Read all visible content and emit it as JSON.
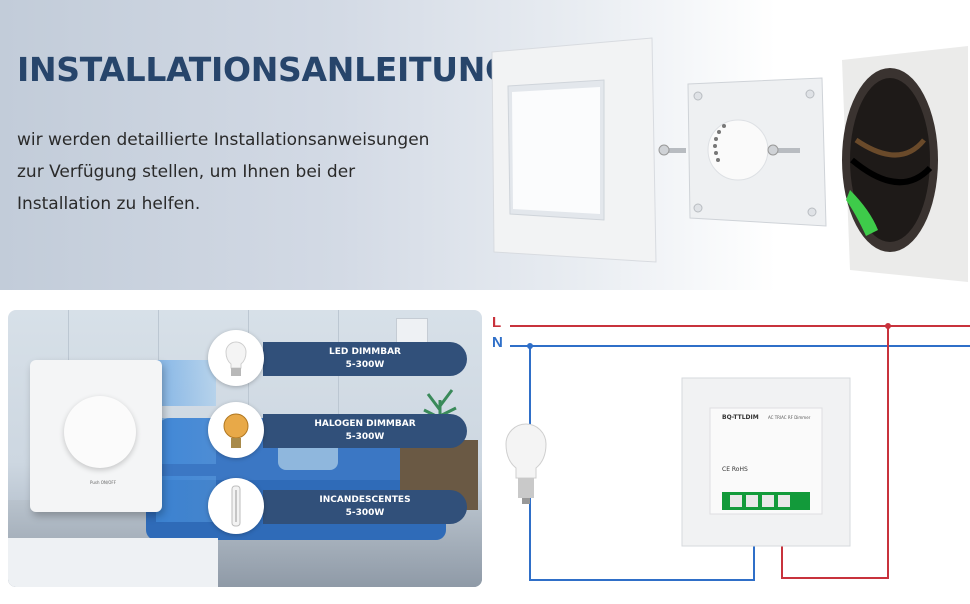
{
  "header": {
    "title": "INSTALLATIONSANLEITUNG",
    "description_lines": [
      "wir werden detaillierte Installationsanweisungen",
      "zur Verfügung stellen, um Ihnen bei der",
      "Installation zu helfen."
    ]
  },
  "dimmer": {
    "plate_label": "Push ON/OFF"
  },
  "lamp_types": [
    {
      "name": "LED DIMMBAR",
      "range": "5-300W",
      "icon": "led-bulb-icon"
    },
    {
      "name": "HALOGEN DIMMBAR",
      "range": "5-300W",
      "icon": "halogen-bulb-icon"
    },
    {
      "name": "INCANDESCENTES",
      "range": "5-300W",
      "icon": "incandescent-tube-icon"
    }
  ],
  "wiring": {
    "live_label": "L",
    "neutral_label": "N",
    "module_model": "BQ-TTLDIM",
    "module_subtitle": "AC TRIAC RF Dimmer",
    "live_color": "#c8323c",
    "neutral_color": "#2f6fc8",
    "marks": "CE RoHS"
  },
  "colors": {
    "title": "#27456b",
    "badge": "#31507a"
  }
}
